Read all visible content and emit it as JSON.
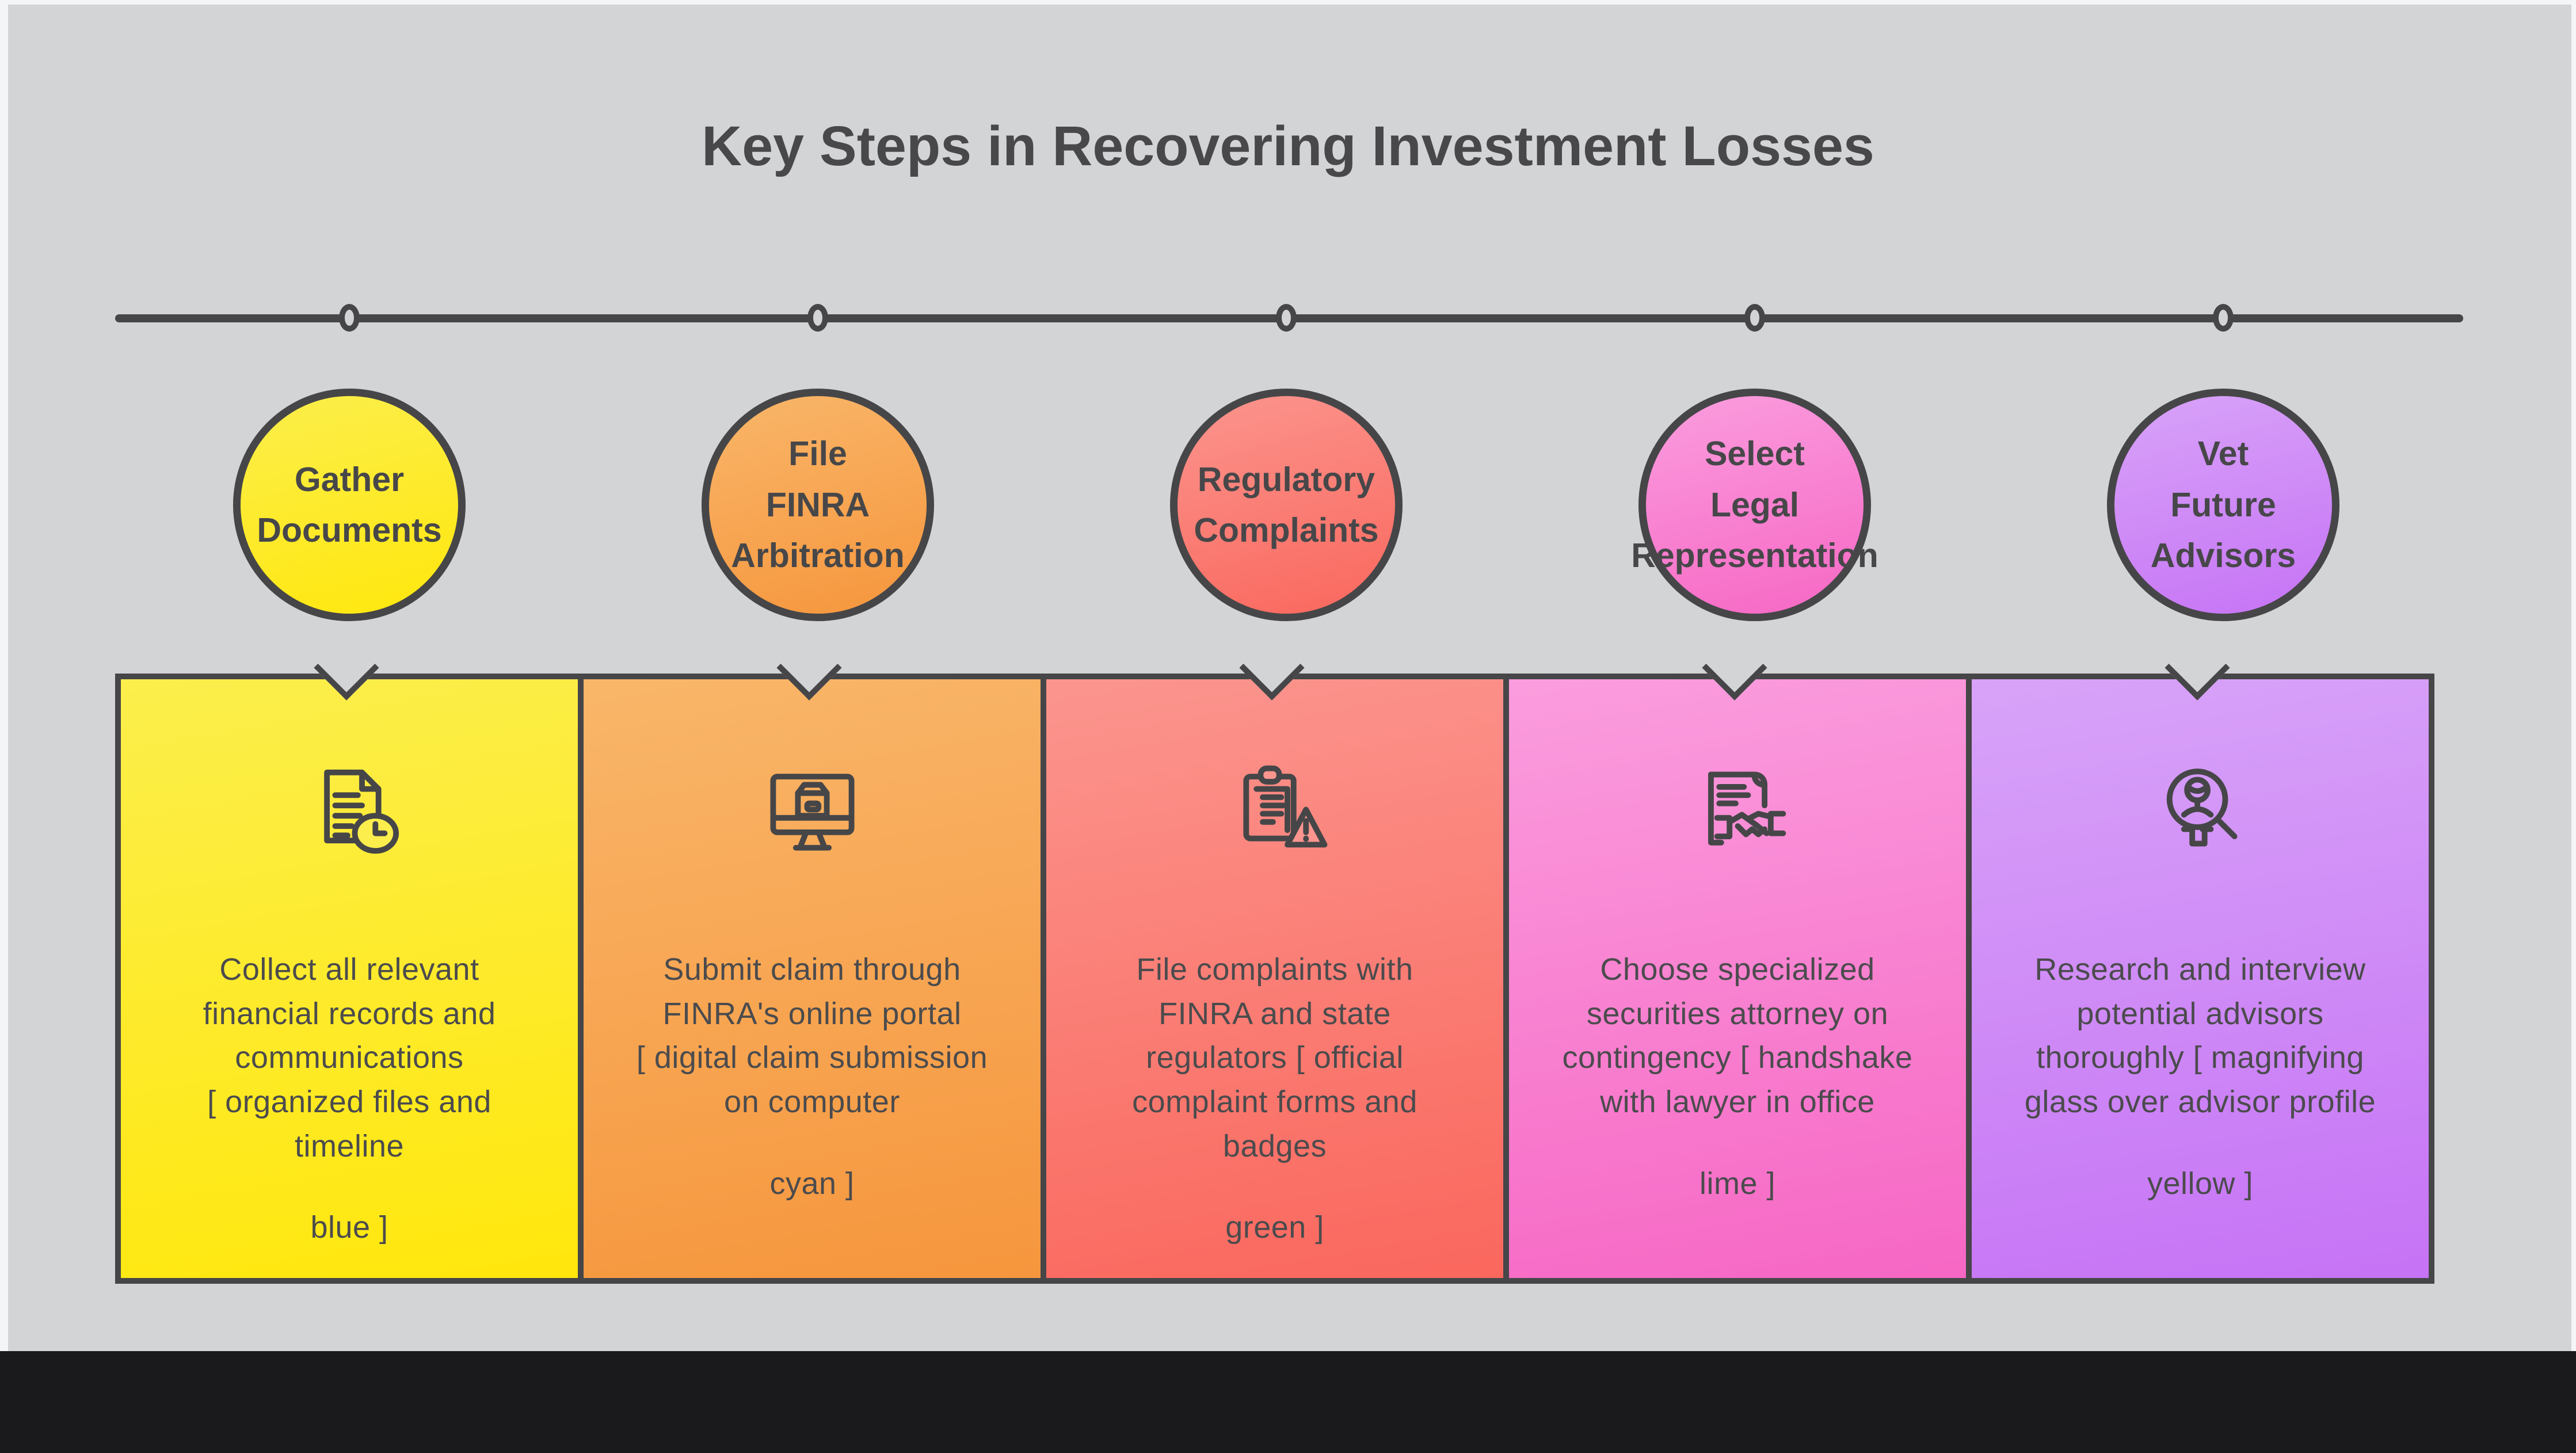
{
  "title": "Key Steps in Recovering Investment Losses",
  "theme": {
    "background": "#d3d4d5",
    "stroke": "#464648",
    "title_color": "#48484a",
    "body_color": "#4b4b4d",
    "footer_color": "#1a1a1c"
  },
  "steps": [
    {
      "circle_label": [
        "Gather",
        "Documents"
      ],
      "icon": "document-clock-icon",
      "body": [
        "Collect all relevant",
        "financial records and",
        "communications",
        "[ organized files and",
        "timeline"
      ],
      "accent": "blue ]",
      "gradient": [
        "#fcee4c",
        "#ffe70c"
      ]
    },
    {
      "circle_label": [
        "File",
        "FINRA",
        "Arbitration"
      ],
      "icon": "claim-computer-icon",
      "body": [
        "Submit claim through",
        "FINRA's online portal",
        "[ digital claim submission",
        "on computer"
      ],
      "accent": "cyan ]",
      "gradient": [
        "#f9b669",
        "#f6963d"
      ]
    },
    {
      "circle_label": [
        "Regulatory",
        "Complaints"
      ],
      "icon": "complaint-warning-icon",
      "body": [
        "File complaints with",
        "FINRA and state",
        "regulators [ official",
        "complaint forms and",
        "badges"
      ],
      "accent": "green ]",
      "gradient": [
        "#fb958e",
        "#fa675d"
      ]
    },
    {
      "circle_label": [
        "Select",
        "Legal",
        "Representation"
      ],
      "icon": "attorney-handshake-icon",
      "body": [
        "Choose specialized",
        "securities attorney on",
        "contingency [ handshake",
        "with lawyer in office"
      ],
      "accent": "lime ]",
      "gradient": [
        "#fb9dde",
        "#f667c4"
      ]
    },
    {
      "circle_label": [
        "Vet",
        "Future",
        "Advisors"
      ],
      "icon": "advisor-search-icon",
      "body": [
        "Research and interview",
        "potential advisors",
        "thoroughly [ magnifying",
        "glass over advisor profile"
      ],
      "accent": "yellow ]",
      "gradient": [
        "#d8a3f8",
        "#c673f5"
      ]
    }
  ]
}
